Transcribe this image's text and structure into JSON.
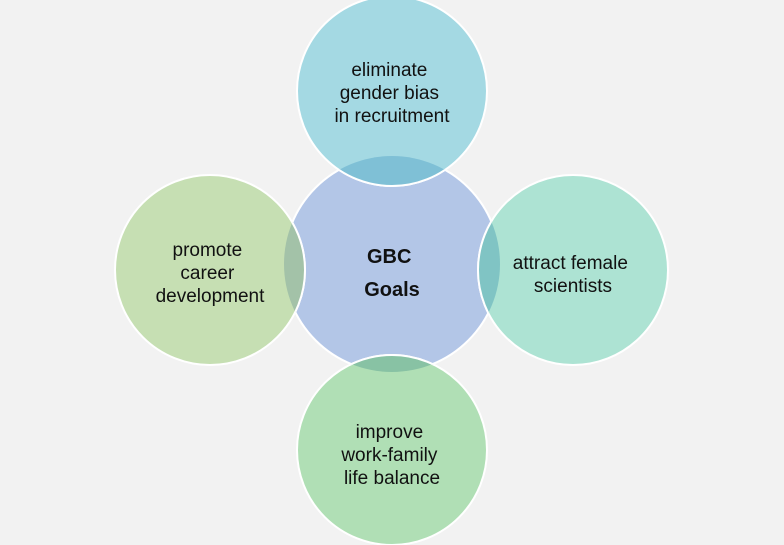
{
  "center": {
    "lines": [
      "GBC",
      "Goals"
    ],
    "fill": "#b3c6e7"
  },
  "goals": [
    {
      "id": "top",
      "lines": [
        "eliminate",
        "gender bias",
        "in recruitment"
      ],
      "fill": "#a4d9e3"
    },
    {
      "id": "right",
      "lines": [
        "attract female",
        "scientists"
      ],
      "fill": "#ade3d3"
    },
    {
      "id": "bottom",
      "lines": [
        "improve",
        "work-family",
        "life balance"
      ],
      "fill": "#b0dfb5"
    },
    {
      "id": "left",
      "lines": [
        "promote",
        "career",
        "development"
      ],
      "fill": "#c6dfb3"
    }
  ],
  "colors": {
    "background": "#f2f2f2",
    "overlap_top": "#7fc0d6",
    "overlap_right": "#80c4c4",
    "overlap_bottom": "#88c2a4",
    "overlap_left": "#a3c2a8",
    "stroke": "#ffffff"
  }
}
